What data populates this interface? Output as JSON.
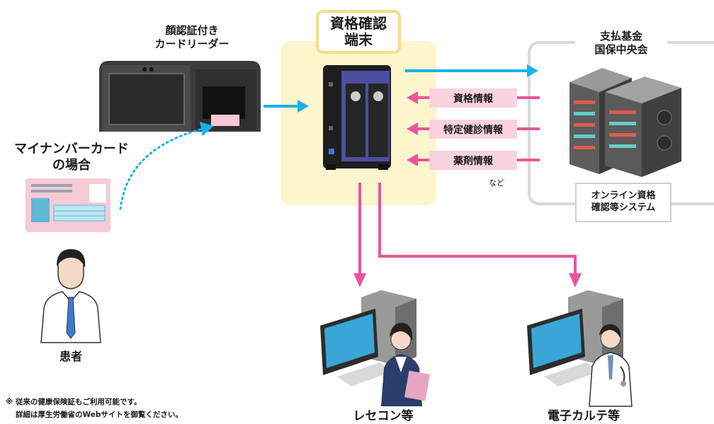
{
  "reader": {
    "label_line1": "顔認証付き",
    "label_line2": "カードリーダー"
  },
  "mynumber": {
    "label_line1": "マイナンバーカード",
    "label_line2": "の場合"
  },
  "patient": {
    "label": "患者"
  },
  "terminal": {
    "title_line1": "資格確認",
    "title_line2": "端末"
  },
  "fund": {
    "label_line1": "支払基金",
    "label_line2": "国保中央会"
  },
  "info_items": [
    "資格情報",
    "特定健診情報",
    "薬剤情報"
  ],
  "info_suffix": "など",
  "system": {
    "label_line1": "オンライン資格",
    "label_line2": "確認等システム"
  },
  "destinations": {
    "rececon": "レセコン等",
    "karte": "電子カルテ等"
  },
  "footnote": {
    "line1": "※ 従来の健康保険証もご利用可能です。",
    "line2": "詳細は厚生労働省のWebサイトを御覧ください。"
  },
  "colors": {
    "flow_blue": "#1ab0e6",
    "flow_pink": "#e8559c",
    "zone_yellow": "#fdf5cc",
    "badge_pink": "#f9d3de"
  }
}
